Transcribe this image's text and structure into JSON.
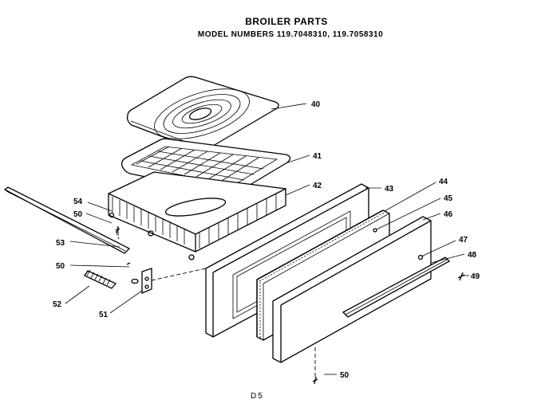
{
  "header": {
    "title": "BROILER PARTS",
    "subtitle": "MODEL NUMBERS 119.7048310, 119.7058310"
  },
  "footer": {
    "page_code": "D5"
  },
  "callouts": [
    {
      "id": "40",
      "label": "40"
    },
    {
      "id": "41",
      "label": "41"
    },
    {
      "id": "42",
      "label": "42"
    },
    {
      "id": "43",
      "label": "43"
    },
    {
      "id": "44",
      "label": "44"
    },
    {
      "id": "45",
      "label": "45"
    },
    {
      "id": "46",
      "label": "46"
    },
    {
      "id": "47",
      "label": "47"
    },
    {
      "id": "48",
      "label": "48"
    },
    {
      "id": "49",
      "label": "49"
    },
    {
      "id": "50a",
      "label": "50"
    },
    {
      "id": "50b",
      "label": "50"
    },
    {
      "id": "50c",
      "label": "50"
    },
    {
      "id": "51",
      "label": "51"
    },
    {
      "id": "52",
      "label": "52"
    },
    {
      "id": "53",
      "label": "53"
    },
    {
      "id": "54",
      "label": "54"
    }
  ]
}
